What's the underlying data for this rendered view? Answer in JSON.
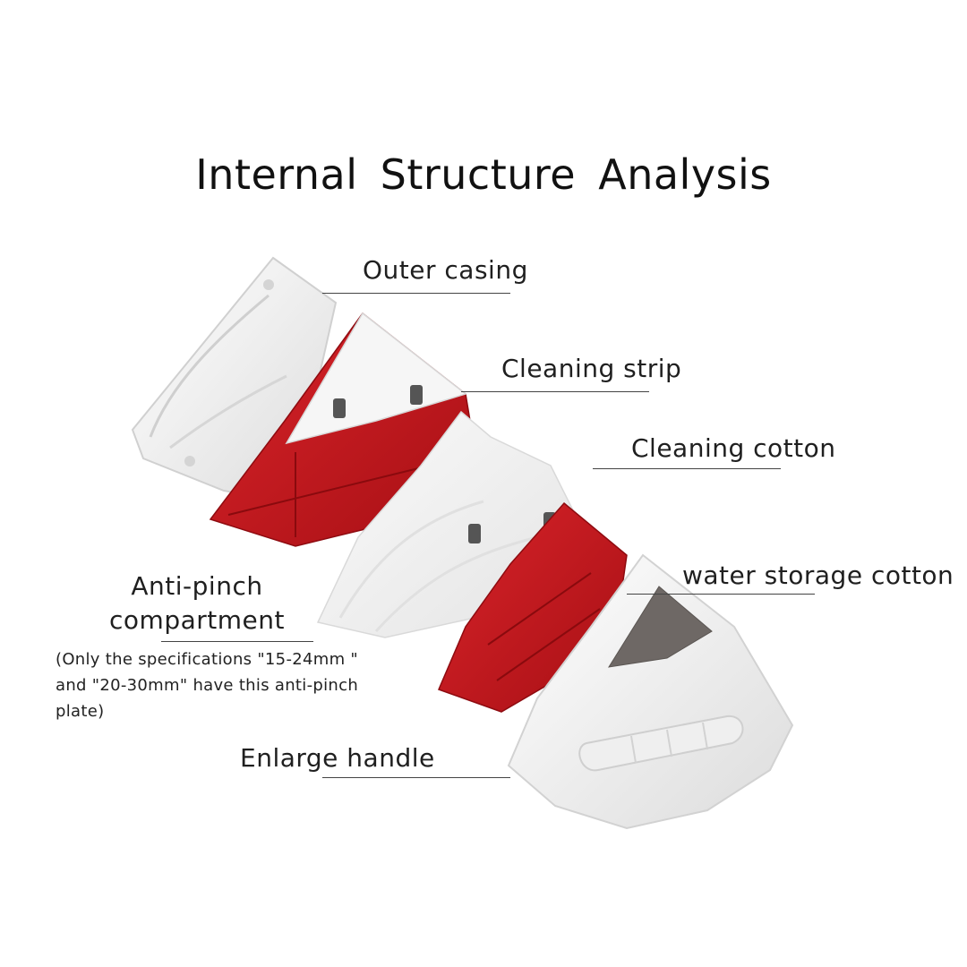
{
  "title": "Internal  Structure  Analysis",
  "labels": {
    "outer_casing": "Outer casing",
    "cleaning_strip": "Cleaning strip",
    "cleaning_cotton": "Cleaning cotton",
    "anti_pinch": "Anti-pinch compartment",
    "anti_pinch_note": "(Only the specifications \"15-24mm \" and \"20-30mm\" have this anti-pinch plate)",
    "water_storage": "water storage cotton",
    "enlarge_handle": "Enlarge handle"
  },
  "colors": {
    "red": "#c9161c",
    "red_dark": "#9e0d12",
    "white_part": "#f3f3f3",
    "grey_sponge": "#6e6865"
  }
}
